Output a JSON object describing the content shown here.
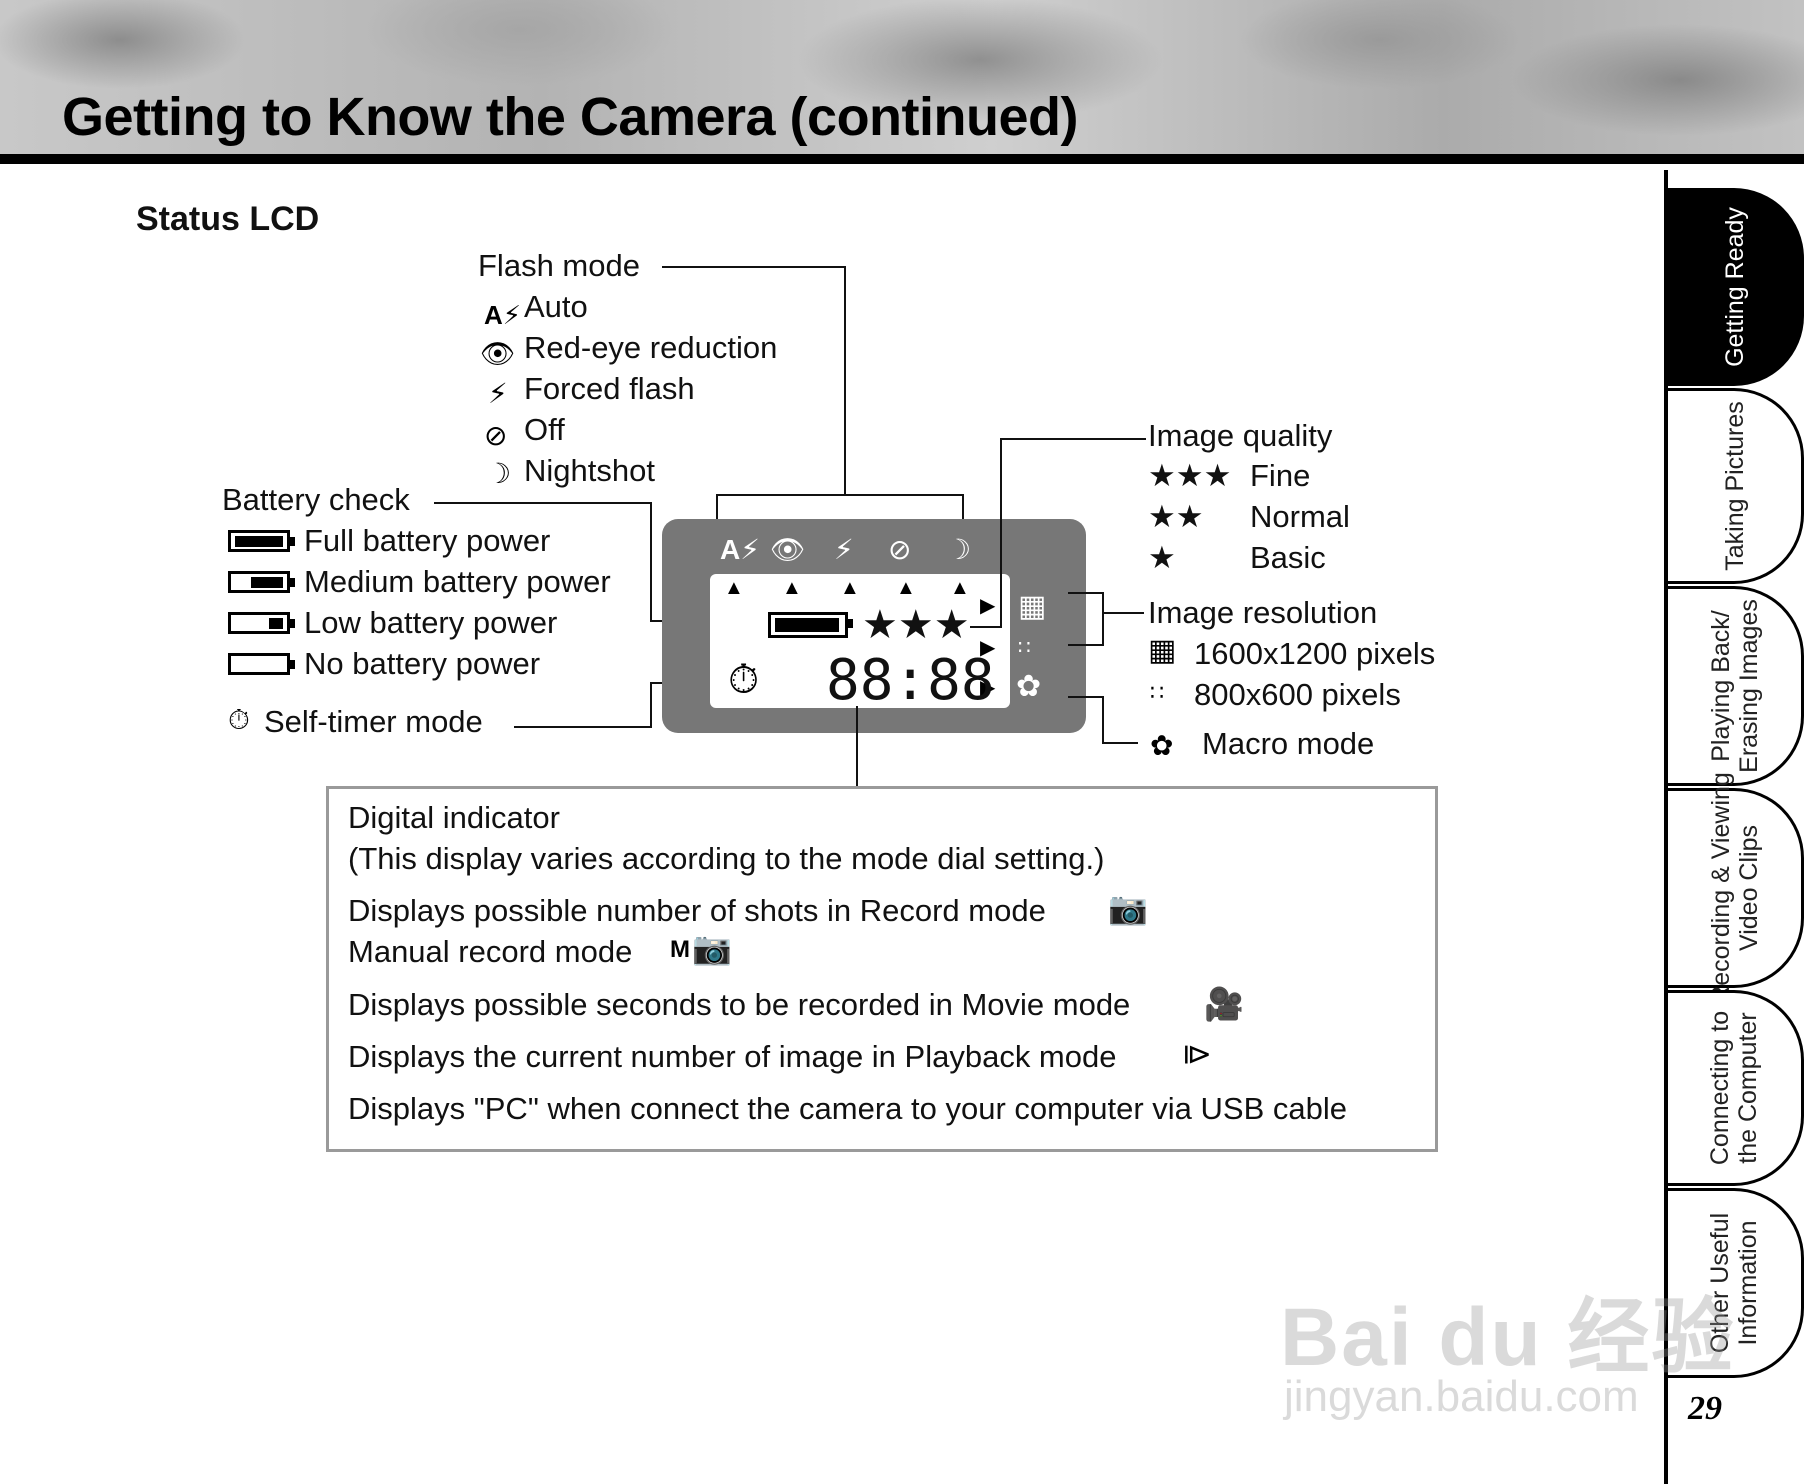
{
  "header": {
    "title": "Getting to Know the Camera (continued)"
  },
  "section": {
    "heading": "Status LCD"
  },
  "flash_mode": {
    "label": "Flash mode",
    "items": [
      {
        "icon": "auto-flash-icon",
        "label": "Auto"
      },
      {
        "icon": "red-eye-icon",
        "label": "Red-eye reduction"
      },
      {
        "icon": "forced-flash-icon",
        "label": "Forced flash"
      },
      {
        "icon": "flash-off-icon",
        "label": "Off"
      },
      {
        "icon": "nightshot-icon",
        "label": "Nightshot"
      }
    ]
  },
  "battery_check": {
    "label": "Battery check",
    "items": [
      {
        "icon": "battery-full-icon",
        "label": "Full battery power"
      },
      {
        "icon": "battery-medium-icon",
        "label": "Medium battery power"
      },
      {
        "icon": "battery-low-icon",
        "label": "Low battery power"
      },
      {
        "icon": "battery-empty-icon",
        "label": "No battery power"
      }
    ]
  },
  "self_timer": {
    "icon": "self-timer-icon",
    "label": "Self-timer mode"
  },
  "image_quality": {
    "label": "Image quality",
    "items": [
      {
        "stars": "★★★",
        "label": "Fine"
      },
      {
        "stars": "★★",
        "label": "Normal"
      },
      {
        "stars": "★",
        "label": "Basic"
      }
    ]
  },
  "image_resolution": {
    "label": "Image resolution",
    "items": [
      {
        "icon": "resolution-large-icon",
        "label": "1600x1200 pixels"
      },
      {
        "icon": "resolution-small-icon",
        "label": "800x600 pixels"
      }
    ]
  },
  "macro": {
    "icon": "macro-icon",
    "label": "Macro mode"
  },
  "lcd": {
    "digits": "88:88",
    "stars": "★★★"
  },
  "digital_indicator": {
    "title": "Digital indicator",
    "note": "(This display varies according to the mode dial setting.)",
    "lines": {
      "record": "Displays possible number of shots in Record mode",
      "manual": "Manual record mode",
      "manual_icon_text": "M",
      "movie": "Displays possible seconds to be recorded in Movie mode",
      "playback": "Displays the current number of image in Playback mode",
      "pc": "Displays \"PC\" when connect the camera to your computer via USB cable"
    }
  },
  "sidebar": {
    "tabs": [
      {
        "label": "Getting Ready",
        "active": true
      },
      {
        "label": "Taking Pictures",
        "active": false
      },
      {
        "label": "Playing Back/\nErasing Images",
        "active": false
      },
      {
        "label": "Recording & Viewing\nVideo Clips",
        "active": false
      },
      {
        "label": "Connecting to\nthe Computer",
        "active": false
      },
      {
        "label": "Other Useful\nInformation",
        "active": false
      }
    ]
  },
  "page_number": "29",
  "watermark": {
    "text": "Bai du 经验",
    "url": "jingyan.baidu.com"
  }
}
